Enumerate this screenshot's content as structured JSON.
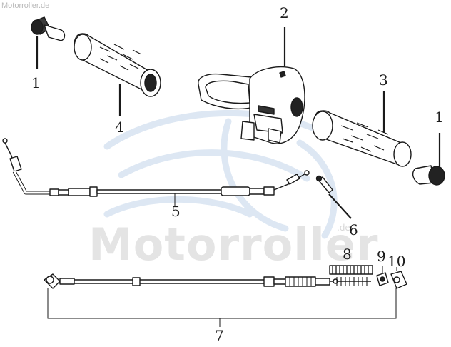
{
  "watermark": {
    "url": "Motorroller.de",
    "brand": "Motorroller",
    "suffix": ".de"
  },
  "callouts": {
    "c1a": "1",
    "c1b": "1",
    "c2": "2",
    "c3": "3",
    "c4": "4",
    "c5": "5",
    "c6": "6",
    "c7": "7",
    "c8": "8",
    "c9": "9",
    "c10": "10"
  },
  "colors": {
    "line": "#1a1a1a",
    "watermark_blue": "#dbe6f3",
    "watermark_gray": "#e4e4e4"
  }
}
